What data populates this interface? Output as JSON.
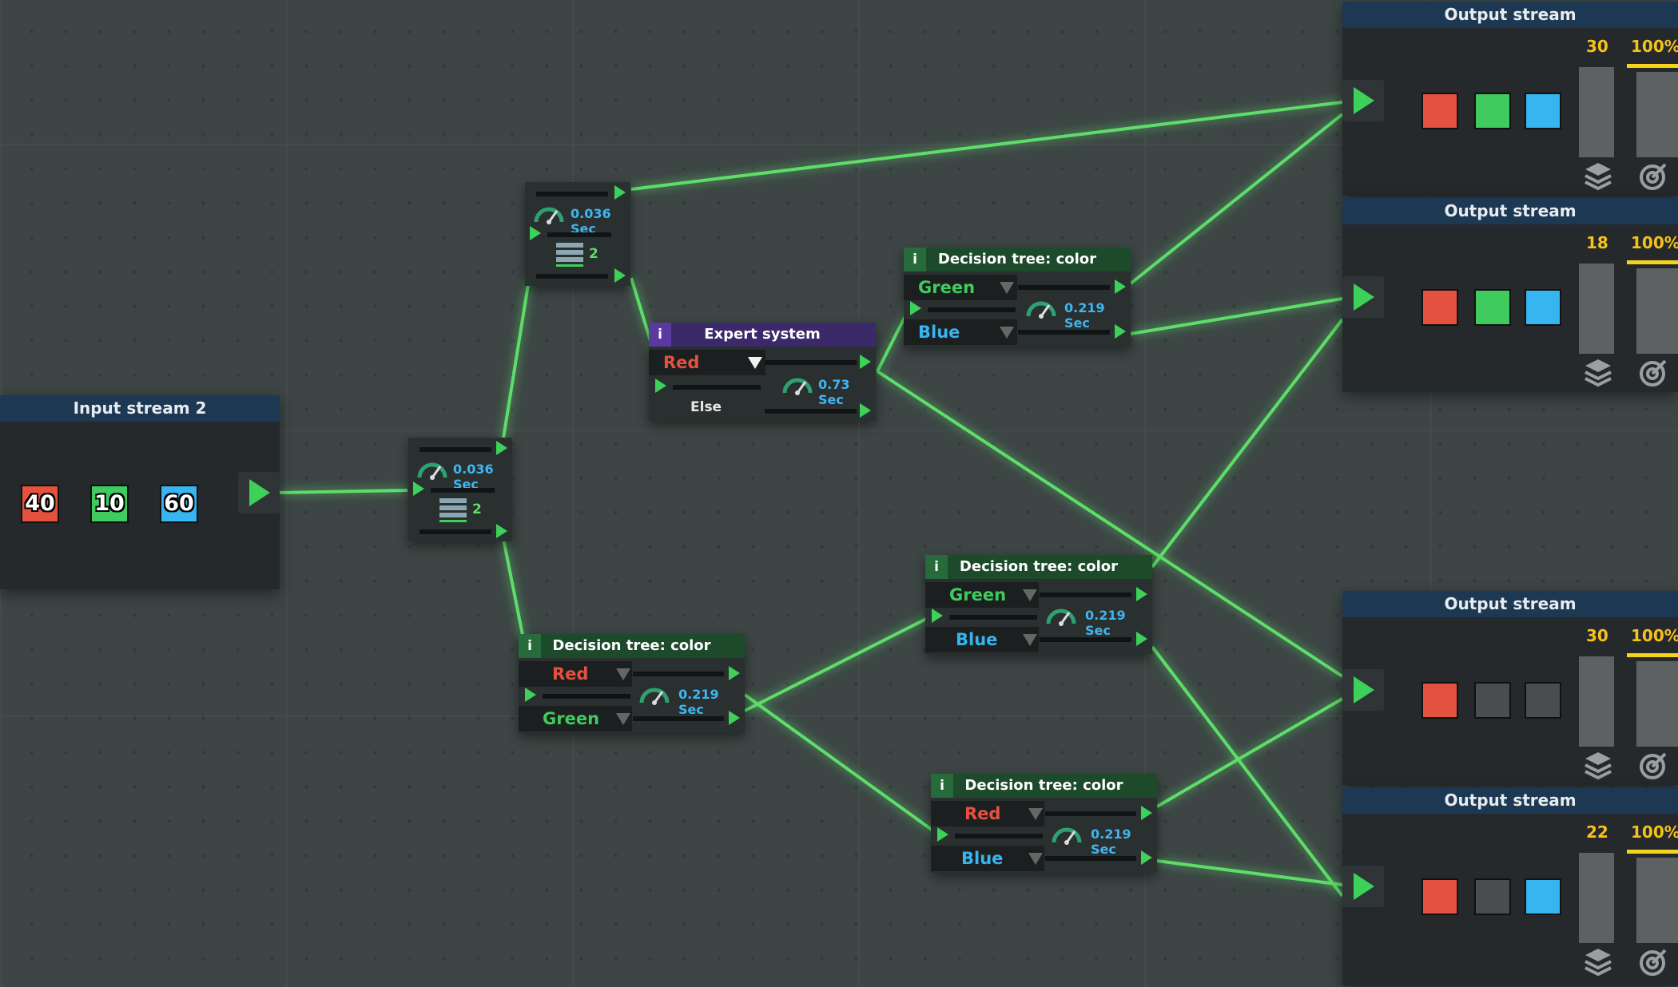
{
  "input_stream": {
    "title": "Input stream 2",
    "items": [
      {
        "value": "40",
        "color": "#e4513f"
      },
      {
        "value": "10",
        "color": "#3fcb5e"
      },
      {
        "value": "60",
        "color": "#36b5f0"
      }
    ]
  },
  "splitters": [
    {
      "speed": "0.036 Sec",
      "count": "2"
    },
    {
      "speed": "0.036 Sec",
      "count": "2"
    }
  ],
  "expert_system": {
    "info": "i",
    "title": "Expert system",
    "option": "Red",
    "speed": "0.73 Sec",
    "else_label": "Else"
  },
  "decision_trees": [
    {
      "info": "i",
      "title": "Decision tree: color",
      "top": "Green",
      "bottom": "Blue",
      "speed": "0.219 Sec"
    },
    {
      "info": "i",
      "title": "Decision tree: color",
      "top": "Red",
      "bottom": "Green",
      "speed": "0.219 Sec"
    },
    {
      "info": "i",
      "title": "Decision tree: color",
      "top": "Green",
      "bottom": "Blue",
      "speed": "0.219 Sec"
    },
    {
      "info": "i",
      "title": "Decision tree: color",
      "top": "Red",
      "bottom": "Blue",
      "speed": "0.219 Sec"
    }
  ],
  "outputs": [
    {
      "title": "Output stream",
      "count": "30",
      "percent": "100%",
      "slots": [
        "red",
        "green",
        "blue"
      ]
    },
    {
      "title": "Output stream",
      "count": "18",
      "percent": "100%",
      "slots": [
        "red",
        "green",
        "blue"
      ]
    },
    {
      "title": "Output stream",
      "count": "30",
      "percent": "100%",
      "slots": [
        "red",
        "empty",
        "empty"
      ]
    },
    {
      "title": "Output stream",
      "count": "22",
      "percent": "100%",
      "slots": [
        "red",
        "empty",
        "blue"
      ]
    }
  ],
  "colors": {
    "red": "#e4513f",
    "green": "#3fcb5e",
    "blue": "#36b5f0",
    "empty": "#4a4d4e",
    "wire": "#5fdc6a",
    "yellow": "#f5c21b"
  },
  "icons": [
    "play-icon",
    "gauge-icon",
    "stack-icon",
    "layers-icon",
    "target-icon",
    "info-icon",
    "dropdown-icon"
  ]
}
